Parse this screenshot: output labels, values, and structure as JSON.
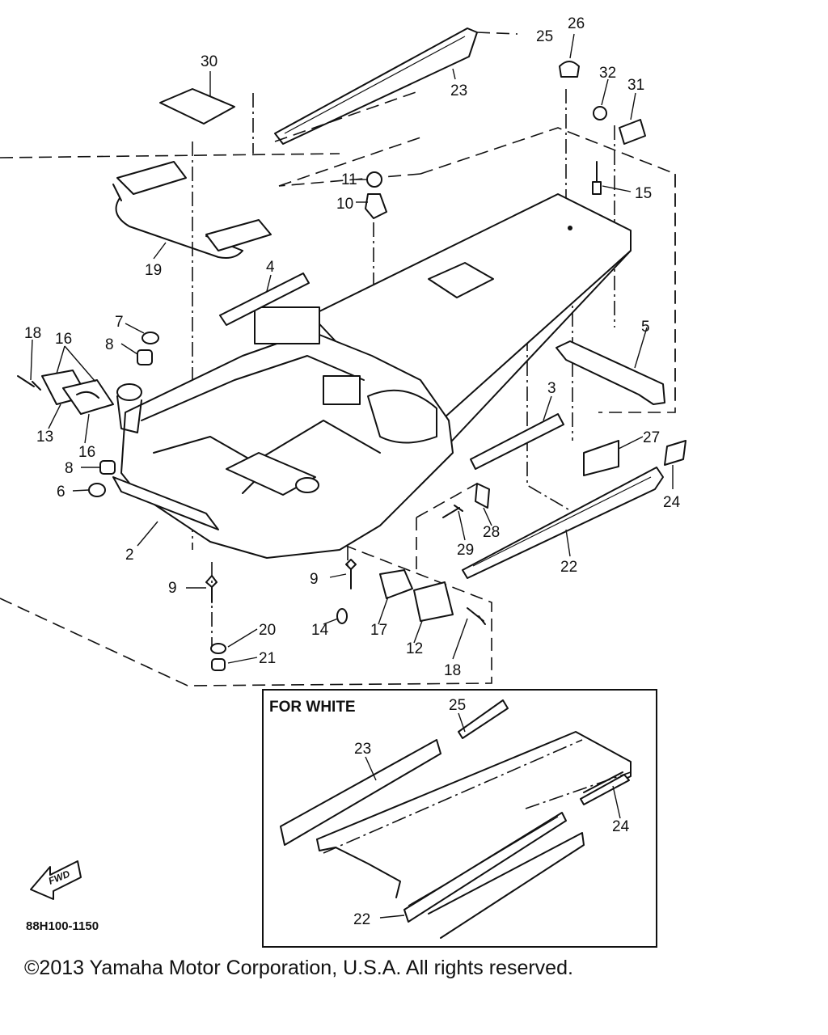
{
  "diagram_code": "88H100-1150",
  "copyright": "©2013 Yamaha Motor Corporation, U.S.A. All rights reserved.",
  "inset_title": "FOR WHITE",
  "fwd_label": "FWD",
  "callouts": {
    "c2": "2",
    "c3": "3",
    "c4": "4",
    "c5": "5",
    "c6": "6",
    "c7": "7",
    "c8a": "8",
    "c8b": "8",
    "c9a": "9",
    "c9b": "9",
    "c10": "10",
    "c11": "11",
    "c12": "12",
    "c13": "13",
    "c14": "14",
    "c15": "15",
    "c16a": "16",
    "c16b": "16",
    "c17": "17",
    "c18a": "18",
    "c18b": "18",
    "c19": "19",
    "c20": "20",
    "c21": "21",
    "c22": "22",
    "c23": "23",
    "c24": "24",
    "c25": "25",
    "c26": "26",
    "c27": "27",
    "c28": "28",
    "c29": "29",
    "c30": "30",
    "c31": "31",
    "c32": "32",
    "i22": "22",
    "i23": "23",
    "i24": "24",
    "i25": "25"
  }
}
